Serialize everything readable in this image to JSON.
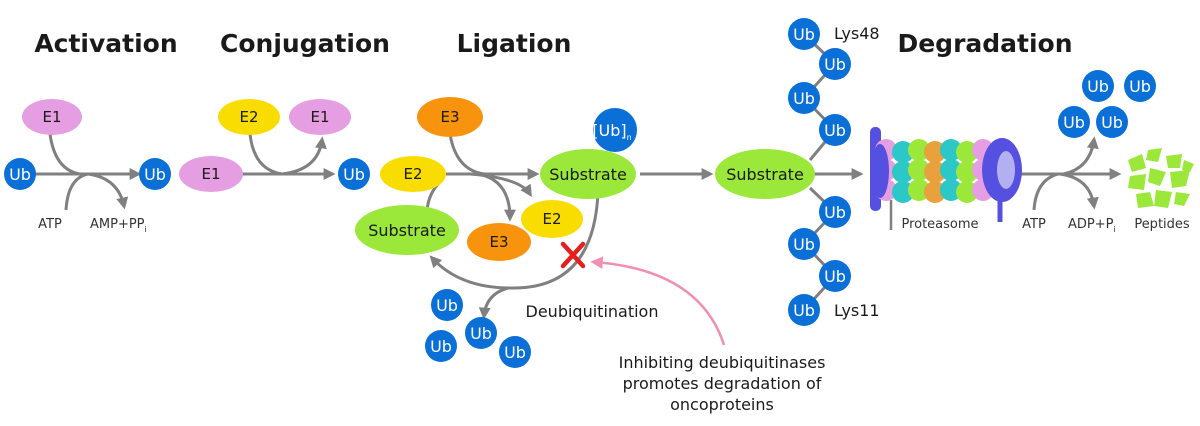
{
  "stages": {
    "activation": "Activation",
    "conjugation": "Conjugation",
    "ligation": "Ligation",
    "degradation": "Degradation"
  },
  "enzymes": {
    "e1": "E1",
    "e2": "E2",
    "e3": "E3"
  },
  "ub": "Ub",
  "ub_chain": {
    "open": "[Ub]",
    "sub": "n"
  },
  "substrate": "Substrate",
  "cofactors": {
    "atp": "ATP",
    "amp_pp": "AMP+PP",
    "amp_pp_sub": "i",
    "adp_p": "ADP+P",
    "adp_p_sub": "i"
  },
  "linkages": {
    "lys48": "Lys48",
    "lys11": "Lys11"
  },
  "proteasome": "Proteasome",
  "peptides": "Peptides",
  "deubiquitination": "Deubiquitination",
  "note": {
    "line1": "Inhibiting deubiquitinases",
    "line2": "promotes degradation of",
    "line3": "oncoproteins"
  },
  "colors": {
    "ub": "#0a6fd6",
    "e1": "#e59ee2",
    "e2": "#f9dd00",
    "e3": "#f7930d",
    "substrate": "#9be83a",
    "proteasome_cap": "#5550e0",
    "block": "#e61e1e",
    "note_arrow": "#f08fb0"
  }
}
